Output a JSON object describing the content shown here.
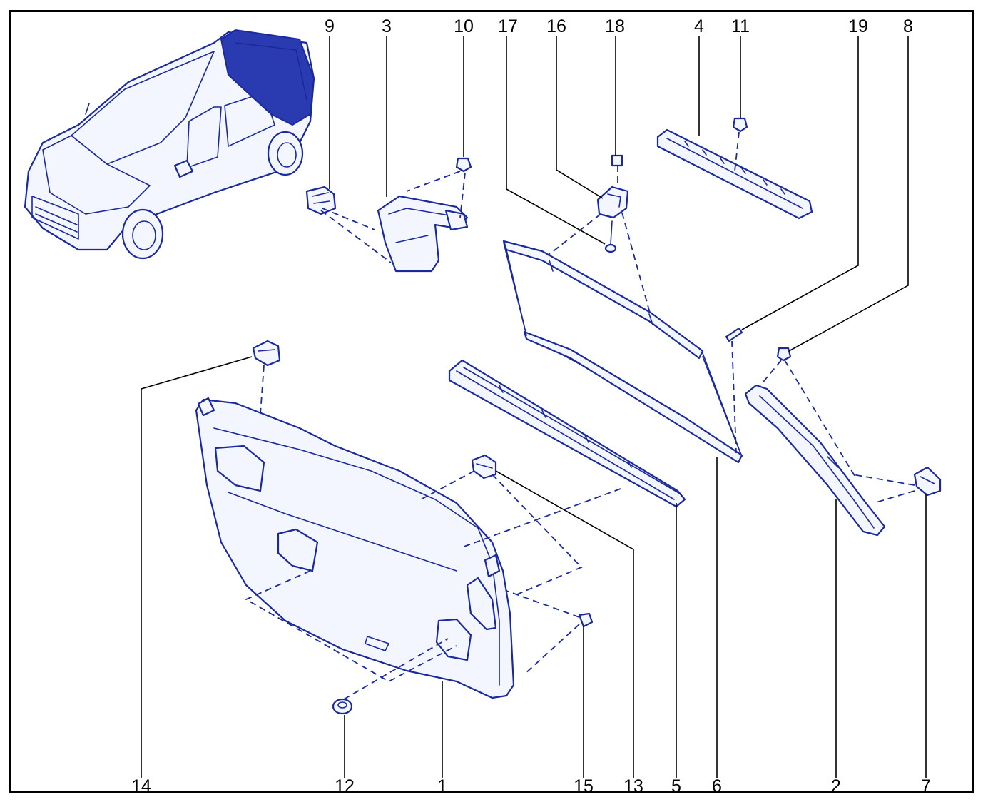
{
  "diagram": {
    "callouts": [
      {
        "id": "c9",
        "label": "9"
      },
      {
        "id": "c3",
        "label": "3"
      },
      {
        "id": "c10",
        "label": "10"
      },
      {
        "id": "c17",
        "label": "17"
      },
      {
        "id": "c16",
        "label": "16"
      },
      {
        "id": "c18",
        "label": "18"
      },
      {
        "id": "c4",
        "label": "4"
      },
      {
        "id": "c11",
        "label": "11"
      },
      {
        "id": "c19",
        "label": "19"
      },
      {
        "id": "c8",
        "label": "8"
      },
      {
        "id": "c14",
        "label": "14"
      },
      {
        "id": "c12",
        "label": "12"
      },
      {
        "id": "c1",
        "label": "1"
      },
      {
        "id": "c15",
        "label": "15"
      },
      {
        "id": "c13",
        "label": "13"
      },
      {
        "id": "c5",
        "label": "5"
      },
      {
        "id": "c6",
        "label": "6"
      },
      {
        "id": "c2",
        "label": "2"
      },
      {
        "id": "c7",
        "label": "7"
      }
    ],
    "colors": {
      "line": "#1a2a9c",
      "fill": "#f3f5ff",
      "leader": "#000000",
      "border": "#000000"
    }
  }
}
